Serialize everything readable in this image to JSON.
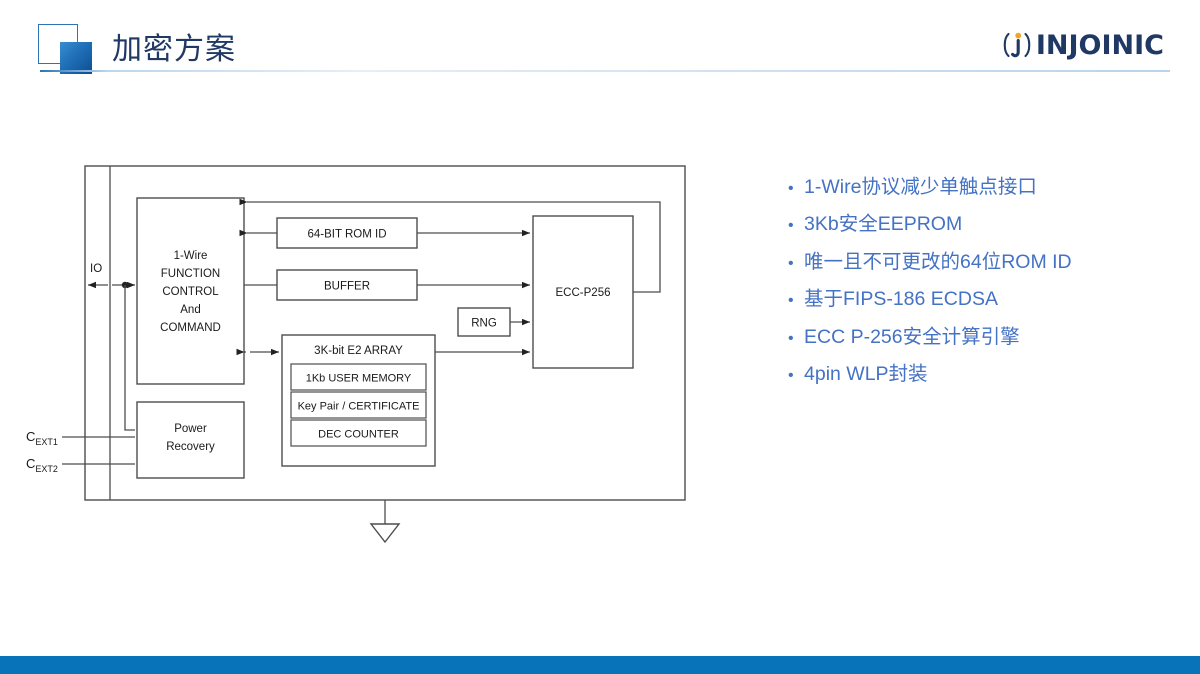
{
  "header": {
    "title": "加密方案",
    "mark_outline_color": "#2E74B5",
    "mark_fill_color": "#1F6FB8",
    "title_color": "#1F3864",
    "rule_color": "#cfe0f1"
  },
  "logo": {
    "text": "INJOINIC",
    "mark_label": "(j)",
    "text_color": "#1F3864",
    "accent_dot_color": "#F0A428"
  },
  "footer": {
    "bar_color": "#0873b9"
  },
  "diagram": {
    "title": "1-Wire secure authenticator block diagram",
    "pins": [
      {
        "label": "IO"
      },
      {
        "label": "C",
        "sub": "EXT1"
      },
      {
        "label": "C",
        "sub": "EXT2"
      }
    ],
    "blocks": {
      "onewire": {
        "lines": [
          "1-Wire",
          "FUNCTION",
          "CONTROL",
          "And",
          "COMMAND"
        ]
      },
      "rom_id": {
        "label": "64-BIT ROM ID"
      },
      "buffer": {
        "label": "BUFFER"
      },
      "rng": {
        "label": "RNG"
      },
      "ecc": {
        "label": "ECC-P256"
      },
      "power": {
        "lines": [
          "Power",
          "Recovery"
        ]
      },
      "e2array": {
        "label": "3K-bit E2 ARRAY"
      },
      "user_memory": {
        "label": "1Kb USER MEMORY"
      },
      "key_pair": {
        "label": "Key Pair / CERTIFICATE"
      },
      "dec_counter": {
        "label": "DEC COUNTER"
      }
    },
    "ground_symbol": "ground-triangle",
    "line_color": "#4d4d4d",
    "text_color": "#1a1a1a"
  },
  "bullets": {
    "color": "#4472C4",
    "marker": "•",
    "items": [
      {
        "text": "1-Wire协议减少单触点接口"
      },
      {
        "text": "3Kb安全EEPROM"
      },
      {
        "text": "唯一且不可更改的64位ROM ID"
      },
      {
        "text": "基于FIPS-186 ECDSA"
      },
      {
        "text": "ECC P-256安全计算引擎"
      },
      {
        "text": "4pin WLP封装"
      }
    ]
  }
}
